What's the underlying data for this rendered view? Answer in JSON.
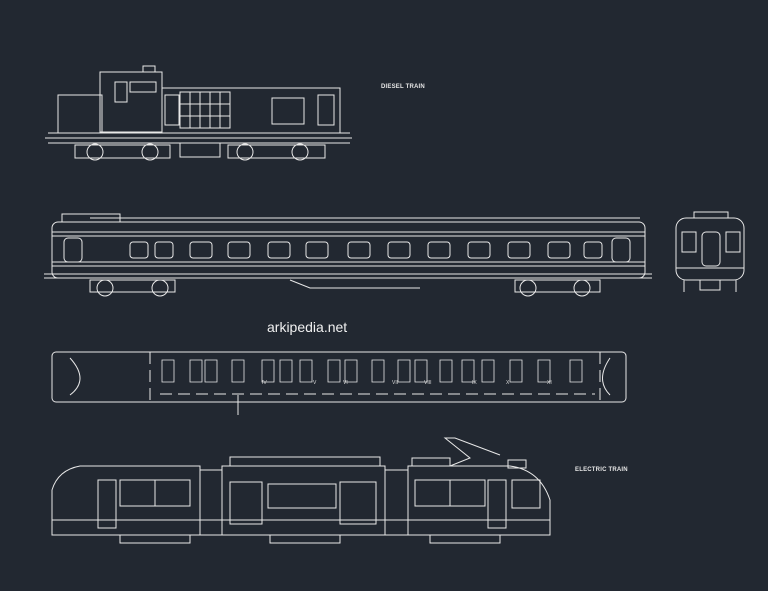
{
  "labels": {
    "diesel": "DIESEL TRAIN",
    "electric": "ELECTRIC TRAIN"
  },
  "watermark": "arkipedia.net",
  "compartments": [
    "IV",
    "V",
    "VI",
    "VII",
    "VIII",
    "IX",
    "X",
    "XI"
  ],
  "colors": {
    "background": "#222831",
    "lines": "#e8e8e8"
  }
}
